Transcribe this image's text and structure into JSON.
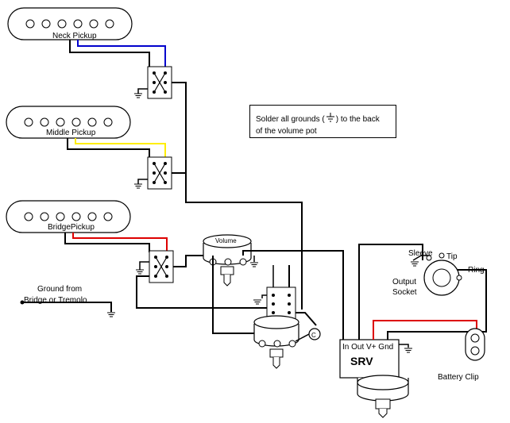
{
  "pickups": {
    "neck": "Neck Pickup",
    "middle": "Middle Pickup",
    "bridge": "BridgePickup"
  },
  "note": {
    "before": "Solder all grounds (",
    "after": ") to the back",
    "line2": "of the volume pot",
    "glyph": "ground-icon"
  },
  "labels": {
    "ground_line1": "Ground from",
    "ground_line2": "Bridge or Tremolo",
    "volume": "Volume",
    "c": "C",
    "srv_ports": "In Out V+ Gnd",
    "srv": "SRV",
    "sleeve": "Sleeve",
    "tip": "Tip",
    "ring": "Ring",
    "output_line1": "Output",
    "output_line2": "Socket",
    "battery": "Battery Clip"
  },
  "colors": {
    "wire": "#000000",
    "blue_wire": "#0000cc",
    "yellow_wire": "#ffee00",
    "red_wire": "#dd0000"
  }
}
